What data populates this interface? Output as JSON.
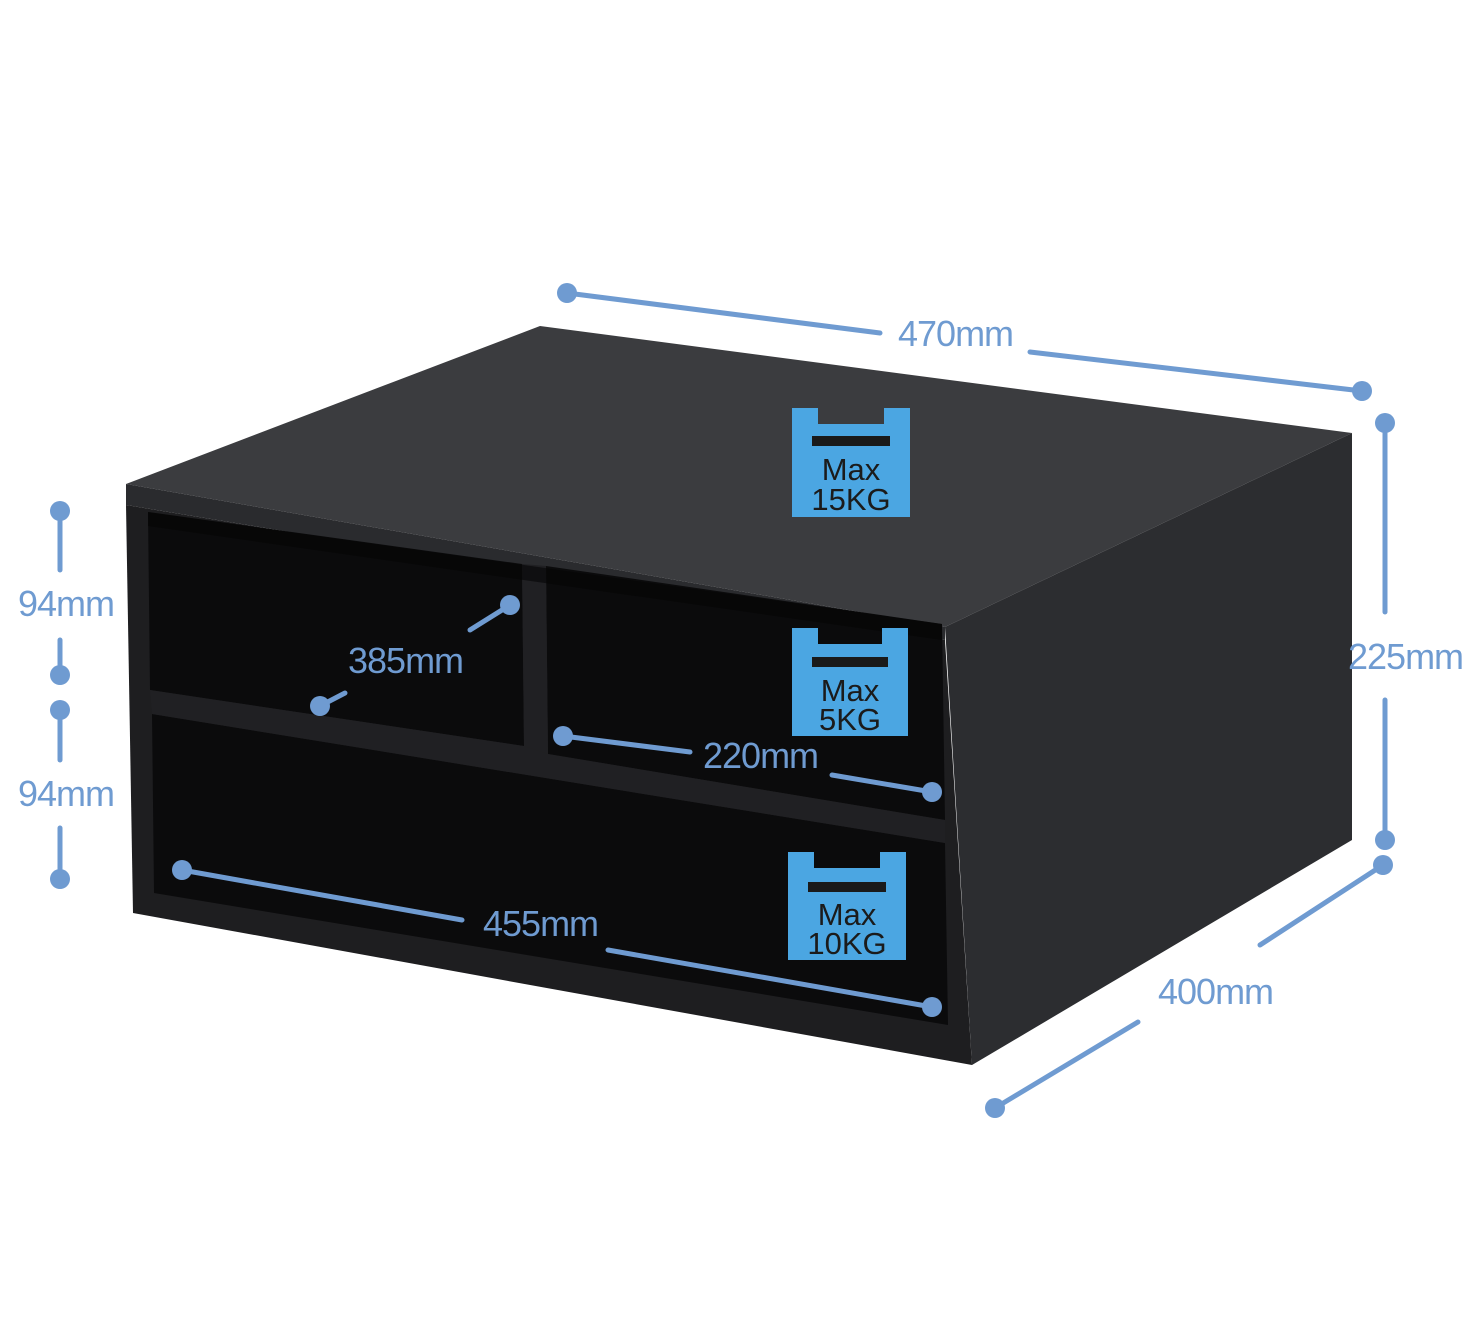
{
  "colors": {
    "accent": "#6f9bd1",
    "badge": "#4aa3e0",
    "cabinet_top": "#3a3b3e",
    "cabinet_front": "#1c1c1e",
    "cabinet_side": "#2a2b2d",
    "interior": "#0c0c0c"
  },
  "dimensions": {
    "width": "470mm",
    "height": "225mm",
    "depth": "400mm",
    "shelf_upper": "94mm",
    "shelf_lower": "94mm",
    "left_compartment": "385mm",
    "right_compartment": "220mm",
    "bottom_compartment": "455mm"
  },
  "load_badges": {
    "top": {
      "line1": "Max",
      "line2": "15KG"
    },
    "middle": {
      "line1": "Max",
      "line2": "5KG"
    },
    "bottom": {
      "line1": "Max",
      "line2": "10KG"
    }
  },
  "icons": {
    "load_badge": "weight-icon",
    "endpoint": "dot-icon"
  }
}
